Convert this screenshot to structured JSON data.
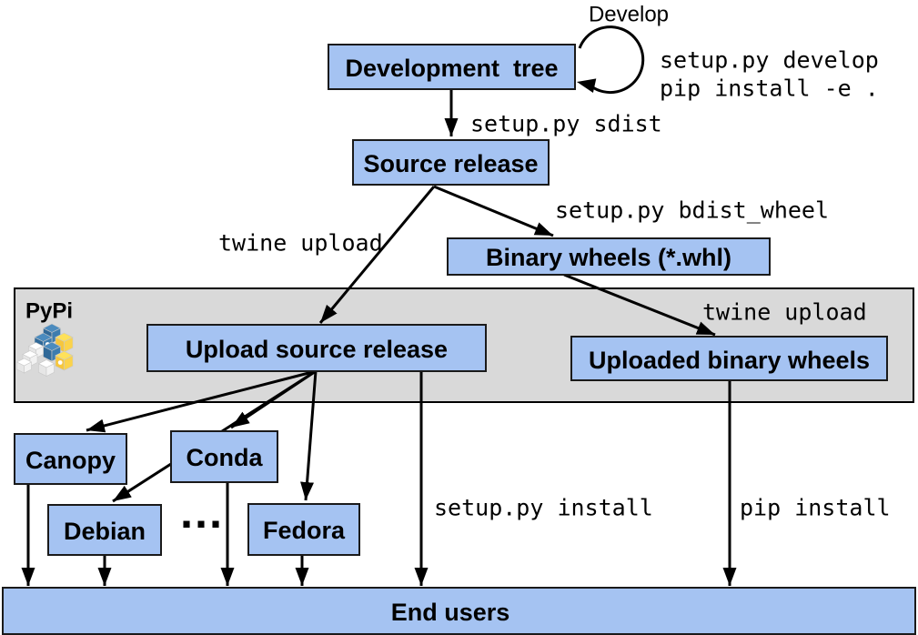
{
  "nodes": {
    "development_tree": "Development  tree",
    "source_release": "Source release",
    "binary_wheels": "Binary wheels (*.whl)",
    "upload_source_release": "Upload source release",
    "uploaded_binary_wheels": "Uploaded binary wheels",
    "canopy": "Canopy",
    "conda": "Conda",
    "debian": "Debian",
    "fedora": "Fedora",
    "end_users": "End users"
  },
  "band": {
    "label": "PyPi",
    "logo": "pypi-cubes-logo"
  },
  "edge_labels": {
    "develop": "Develop",
    "setup_develop": "setup.py develop",
    "pip_install_e": "pip install -e .",
    "sdist": "setup.py sdist",
    "bdist_wheel": "setup.py bdist_wheel",
    "twine_upload_left": "twine upload",
    "twine_upload_right": "twine upload",
    "setup_install": "setup.py install",
    "pip_install": "pip install",
    "ellipsis": "..."
  },
  "colors": {
    "node_fill": "#a5c3f2",
    "node_border": "#1a1a1a",
    "band_fill": "#d9d9d9",
    "band_border": "#000000",
    "arrow": "#000000",
    "logo_blue_top": "#4b8bbe",
    "logo_blue_side": "#306998",
    "logo_yellow_top": "#ffe15a",
    "logo_yellow_side": "#f6c63c",
    "logo_white": "#ffffff"
  }
}
